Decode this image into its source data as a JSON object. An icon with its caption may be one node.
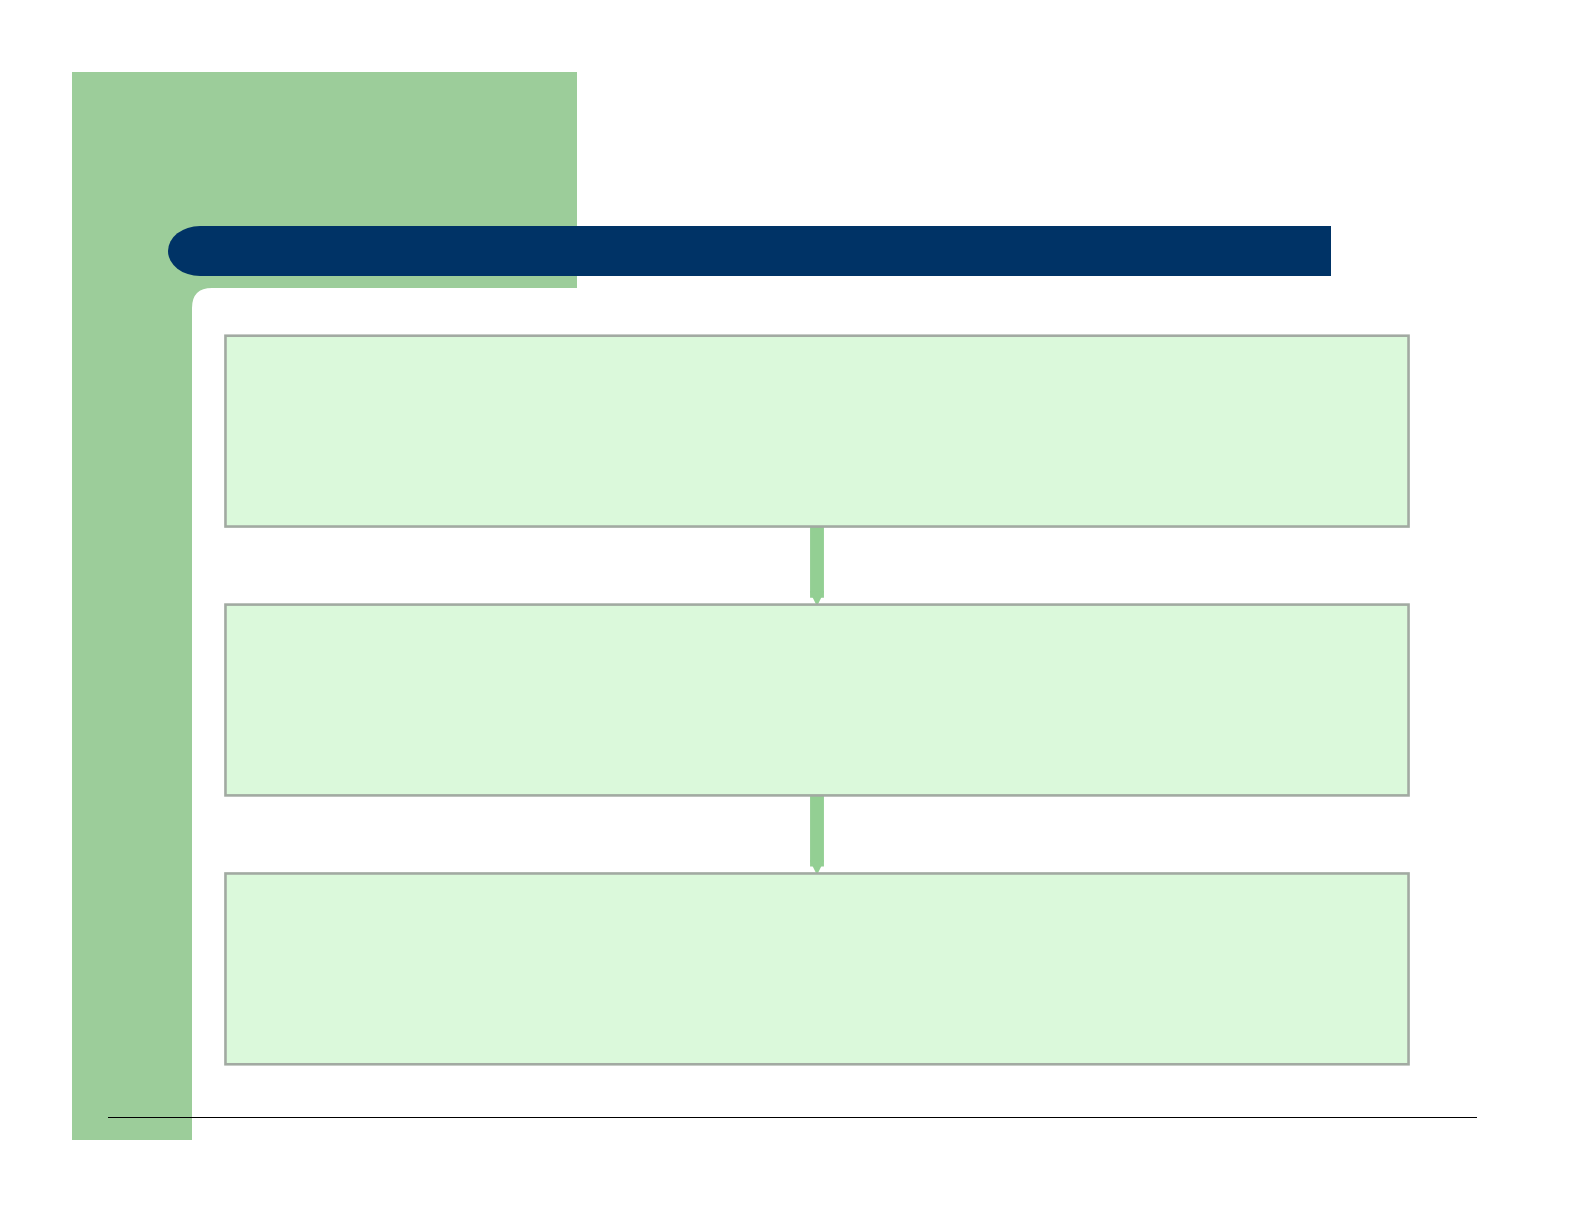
{
  "diagram": {
    "nodes": [
      {
        "text": [],
        "shape": "box"
      },
      {
        "text": [],
        "shape": "box"
      },
      {
        "text": [],
        "shape": "box"
      }
    ],
    "edges": [
      {
        "from": 0,
        "to": 1,
        "arrow": "to"
      },
      {
        "from": 1,
        "to": 2,
        "arrow": "to"
      }
    ]
  }
}
